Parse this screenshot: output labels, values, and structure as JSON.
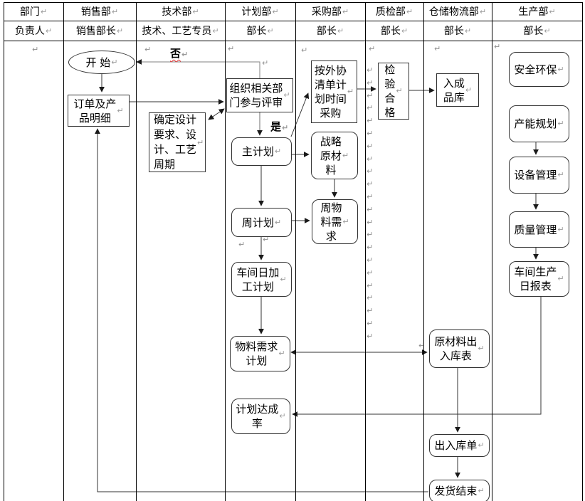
{
  "table": {
    "columns": [
      {
        "dept": "部门",
        "head": "负责人"
      },
      {
        "dept": "销售部",
        "head": "销售部长"
      },
      {
        "dept": "技术部",
        "head": "技术、工艺专员"
      },
      {
        "dept": "计划部",
        "head": "部长"
      },
      {
        "dept": "采购部",
        "head": "部长"
      },
      {
        "dept": "质检部",
        "head": "部长"
      },
      {
        "dept": "仓储物流部",
        "head": "部长"
      },
      {
        "dept": "生产部",
        "head": "部长"
      }
    ]
  },
  "flow_labels": {
    "no": "否",
    "yes": "是"
  },
  "nodes": [
    {
      "id": "start",
      "label": "开  始"
    },
    {
      "id": "order-details",
      "label": "订单及产\n品明细"
    },
    {
      "id": "design-requirements",
      "label": "确定设计\n要求、设\n计、工艺\n周期"
    },
    {
      "id": "org-review",
      "label": "组织相关部\n门参与评审"
    },
    {
      "id": "master-plan",
      "label": "主计划"
    },
    {
      "id": "weekly-plan",
      "label": "周计划"
    },
    {
      "id": "workshop-daily-plan",
      "label": "车间日加\n工计划"
    },
    {
      "id": "material-req-plan",
      "label": "物料需求\n计划"
    },
    {
      "id": "plan-achievement-rate",
      "label": "计划达成\n率"
    },
    {
      "id": "outsourcing-purchase",
      "label": "按外协\n清单计\n划时间\n采购"
    },
    {
      "id": "strategic-raw-material",
      "label": "战略\n原材\n料"
    },
    {
      "id": "weekly-material-demand",
      "label": "周物\n料需\n求"
    },
    {
      "id": "inspection-pass",
      "label": "检\n验\n合\n格"
    },
    {
      "id": "finished-goods-warehouse",
      "label": "入成\n品库"
    },
    {
      "id": "raw-material-io-table",
      "label": "原材料出\n入库表"
    },
    {
      "id": "in-out-warehouse-order",
      "label": "出入库单"
    },
    {
      "id": "delivery-end",
      "label": "发货结束"
    },
    {
      "id": "safety-environment",
      "label": "安全环保"
    },
    {
      "id": "capacity-planning",
      "label": "产能规划"
    },
    {
      "id": "equipment-management",
      "label": "设备管理"
    },
    {
      "id": "quality-management",
      "label": "质量管理"
    },
    {
      "id": "production-daily-report",
      "label": "车间生产\n日报表"
    }
  ],
  "marks": {
    "pilcrow": "↵"
  },
  "colors": {
    "grid": "#000000",
    "connector": "#333333",
    "connector_gray": "#808080",
    "misspell_underline": "#e03131",
    "mark": "#909090"
  }
}
